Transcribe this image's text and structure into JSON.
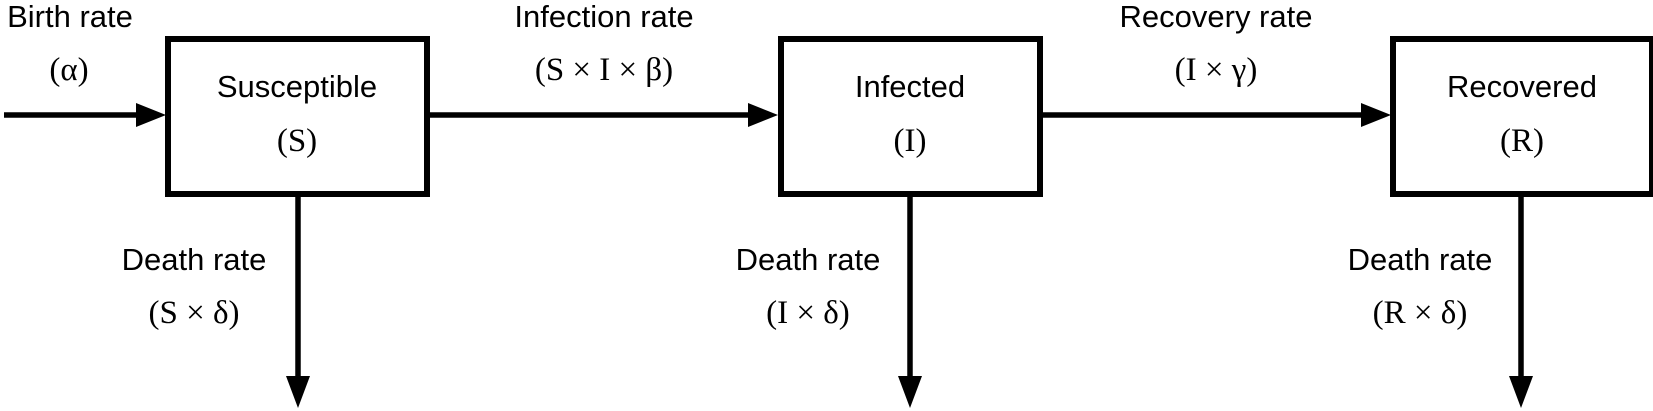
{
  "compartments": {
    "susceptible": {
      "name": "Susceptible",
      "symbol": "(S)"
    },
    "infected": {
      "name": "Infected",
      "symbol": "(I)"
    },
    "recovered": {
      "name": "Recovered",
      "symbol": "(R)"
    }
  },
  "flows": {
    "birth": {
      "label": "Birth rate",
      "expr": "(α)"
    },
    "infection": {
      "label": "Infection rate",
      "expr": "(S × I × β)"
    },
    "recovery": {
      "label": "Recovery rate",
      "expr": "(I × γ)"
    },
    "death_s": {
      "label": "Death rate",
      "expr": "(S × δ)"
    },
    "death_i": {
      "label": "Death rate",
      "expr": "(I × δ)"
    },
    "death_r": {
      "label": "Death rate",
      "expr": "(R × δ)"
    }
  },
  "colors": {
    "stroke": "#000000",
    "background": "#ffffff"
  }
}
